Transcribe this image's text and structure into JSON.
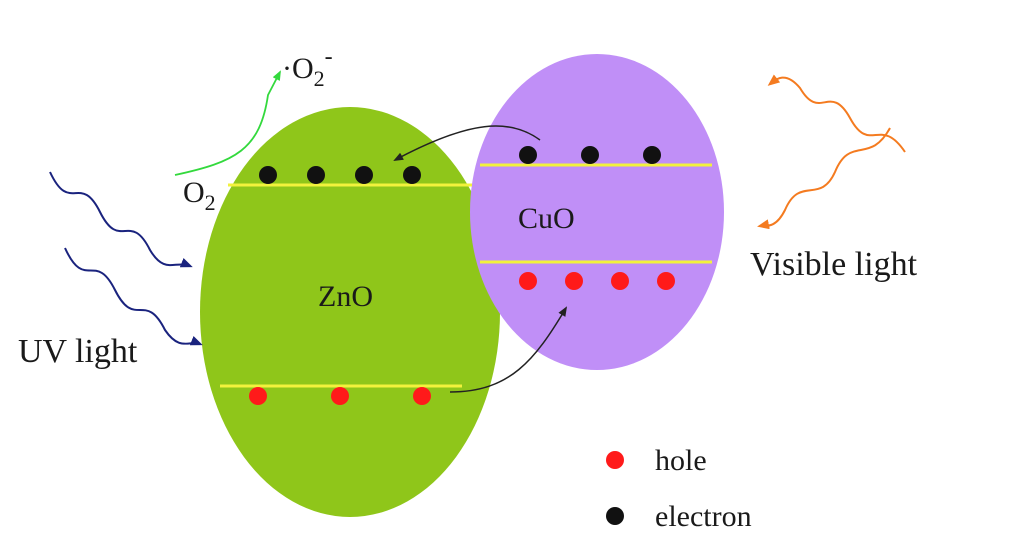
{
  "labels": {
    "zno": "ZnO",
    "cuo": "CuO",
    "uv_light": "UV light",
    "visible_light": "Visible light",
    "o2_base": "O",
    "o2_sub": "2",
    "radical_dot": "·",
    "radical_base": "O",
    "radical_sub": "2",
    "radical_sup": "-"
  },
  "legend": {
    "hole": "hole",
    "electron": "electron"
  },
  "colors": {
    "zno_fill": "#8fc61a",
    "cuo_fill": "#c08ff7",
    "band_line": "#f2f23c",
    "hole": "#ff1a1a",
    "electron": "#111111",
    "uv_wave": "#1a237e",
    "visible_wave": "#f47b20",
    "radical_arrow": "#33d93d",
    "transfer_arrow": "#222222"
  },
  "counts": {
    "zno_electrons": 4,
    "zno_holes": 3,
    "cuo_electrons": 3,
    "cuo_holes": 4
  }
}
